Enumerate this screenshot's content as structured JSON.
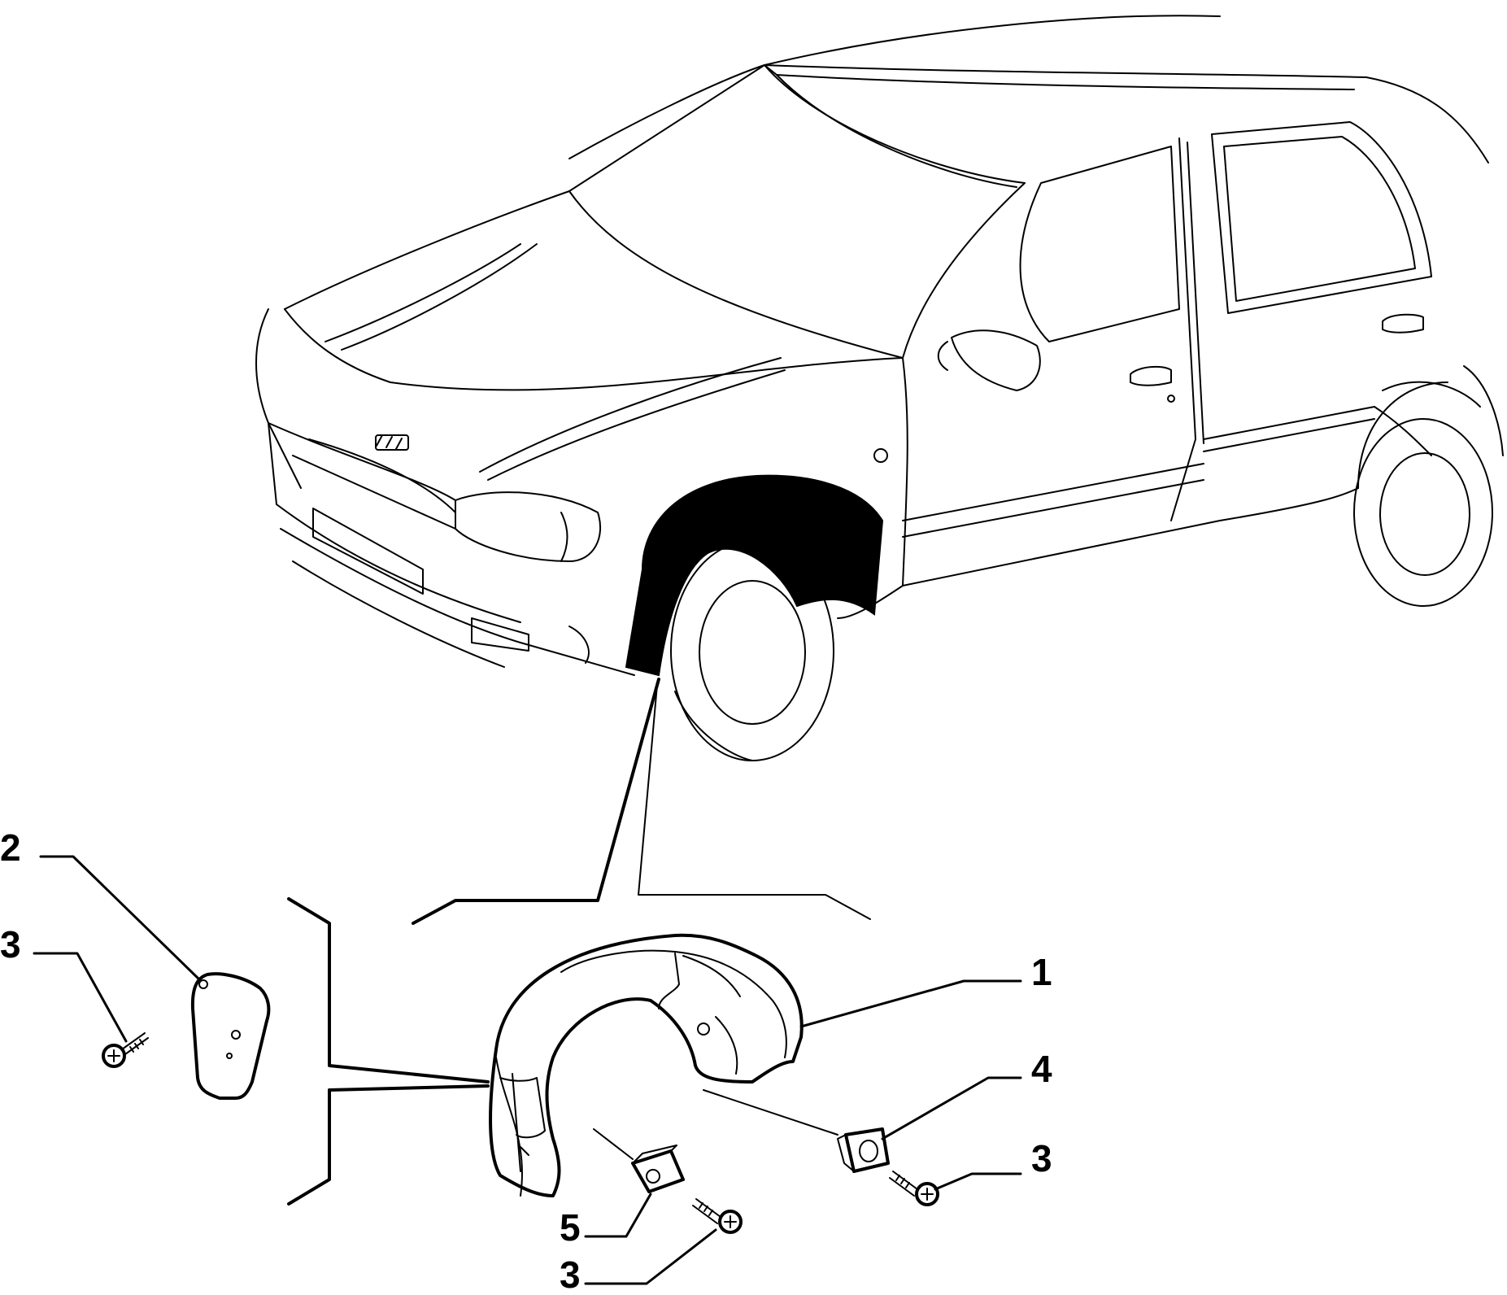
{
  "callouts": {
    "c1": "1",
    "c2": "2",
    "c3a": "3",
    "c3b": "3",
    "c3c": "3",
    "c4": "4",
    "c5": "5"
  },
  "colors": {
    "ink": "#000000",
    "paper": "#ffffff"
  },
  "icons": [
    "car-body-icon",
    "wheel-arch-liner-icon",
    "bracket-icon",
    "screw-icon",
    "clip-icon",
    "nut-clip-icon"
  ]
}
